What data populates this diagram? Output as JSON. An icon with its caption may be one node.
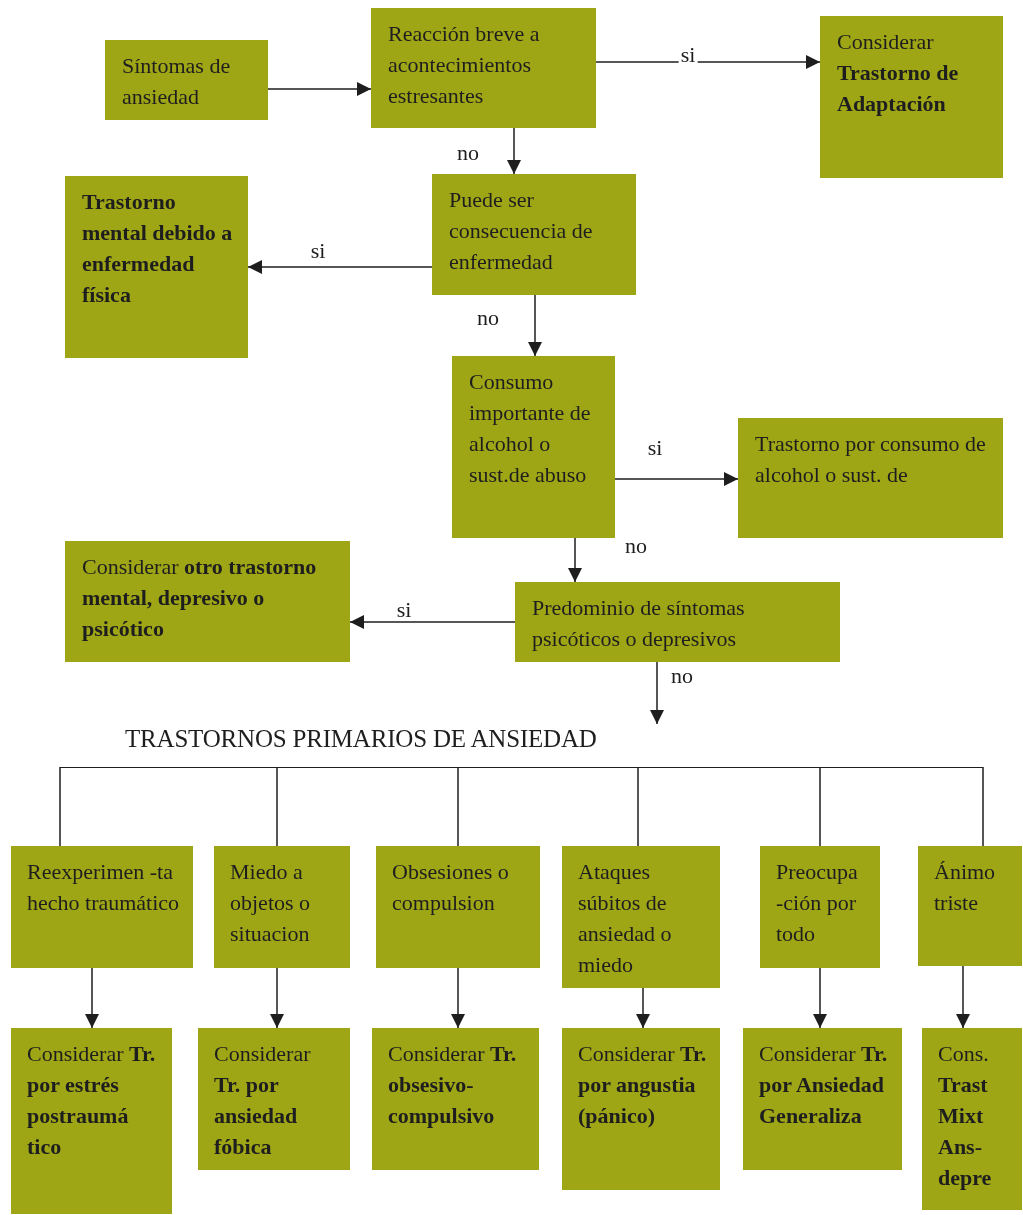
{
  "diagram": {
    "nodes": [
      {
        "text": [
          "Síntomas de ansiedad"
        ]
      },
      {
        "text": [
          "Reacción breve a acontecimientos estresantes"
        ]
      },
      {
        "text": [
          "Considerar **Trastorno de Adaptación**"
        ]
      },
      {
        "text": [
          "Puede ser consecuencia de enfermedad"
        ]
      },
      {
        "text": [
          "Trastorno mental debido a enfermedad física"
        ]
      },
      {
        "text": [
          "Consumo importante de alcohol o sust.de abuso"
        ]
      },
      {
        "text": [
          "Trastorno por consumo de alcohol o sust. de"
        ]
      },
      {
        "text": [
          "Predominio de síntomas psicóticos o depresivos"
        ]
      },
      {
        "text": [
          "Considerar **otro trastorno mental, depresivo o psicótico**"
        ]
      },
      {
        "text": [
          "TRASTORNOS PRIMARIOS DE ANSIEDAD"
        ]
      },
      {
        "text": [
          "Reexperimen -ta hecho traumático"
        ]
      },
      {
        "text": [
          "Miedo a objetos o situacion"
        ]
      },
      {
        "text": [
          "Obsesiones o compulsion"
        ]
      },
      {
        "text": [
          "Ataques súbitos de ansiedad o miedo"
        ]
      },
      {
        "text": [
          "Preocupa -ción por todo"
        ]
      },
      {
        "text": [
          "Ánimo triste"
        ]
      },
      {
        "text": [
          "Considerar **Tr. por estrés postraumá tico**"
        ]
      },
      {
        "text": [
          "Considerar **Tr. por ansiedad fóbica**"
        ]
      },
      {
        "text": [
          "Considerar **Tr. obsesivo-compulsivo**"
        ]
      },
      {
        "text": [
          "Considerar **Tr. por angustia (pánico)**"
        ]
      },
      {
        "text": [
          "Considerar **Tr. por Ansiedad Generaliza**"
        ]
      },
      {
        "text": [
          "Cons. **Trast Mixt Ans-depre**"
        ]
      }
    ],
    "edges": [
      {
        "from": 0,
        "to": 1,
        "arrow": "to"
      },
      {
        "from": 1,
        "to": 2,
        "arrow": "to",
        "label": "si"
      },
      {
        "from": 1,
        "to": 3,
        "arrow": "to",
        "label": "no"
      },
      {
        "from": 3,
        "to": 4,
        "arrow": "to",
        "label": "si"
      },
      {
        "from": 3,
        "to": 5,
        "arrow": "to",
        "label": "no"
      },
      {
        "from": 5,
        "to": 6,
        "arrow": "to",
        "label": "si"
      },
      {
        "from": 5,
        "to": 7,
        "arrow": "to",
        "label": "no"
      },
      {
        "from": 7,
        "to": 8,
        "arrow": "to",
        "label": "si"
      },
      {
        "from": 7,
        "to": 9,
        "arrow": "to",
        "label": "no"
      },
      {
        "from": 9,
        "to": 10,
        "arrow": "none"
      },
      {
        "from": 9,
        "to": 11,
        "arrow": "none"
      },
      {
        "from": 9,
        "to": 12,
        "arrow": "none"
      },
      {
        "from": 9,
        "to": 13,
        "arrow": "none"
      },
      {
        "from": 9,
        "to": 14,
        "arrow": "none"
      },
      {
        "from": 9,
        "to": 15,
        "arrow": "none"
      },
      {
        "from": 10,
        "to": 16,
        "arrow": "to"
      },
      {
        "from": 11,
        "to": 17,
        "arrow": "to"
      },
      {
        "from": 12,
        "to": 18,
        "arrow": "to"
      },
      {
        "from": 13,
        "to": 19,
        "arrow": "to"
      },
      {
        "from": 14,
        "to": 20,
        "arrow": "to"
      },
      {
        "from": 15,
        "to": 21,
        "arrow": "to"
      }
    ]
  }
}
